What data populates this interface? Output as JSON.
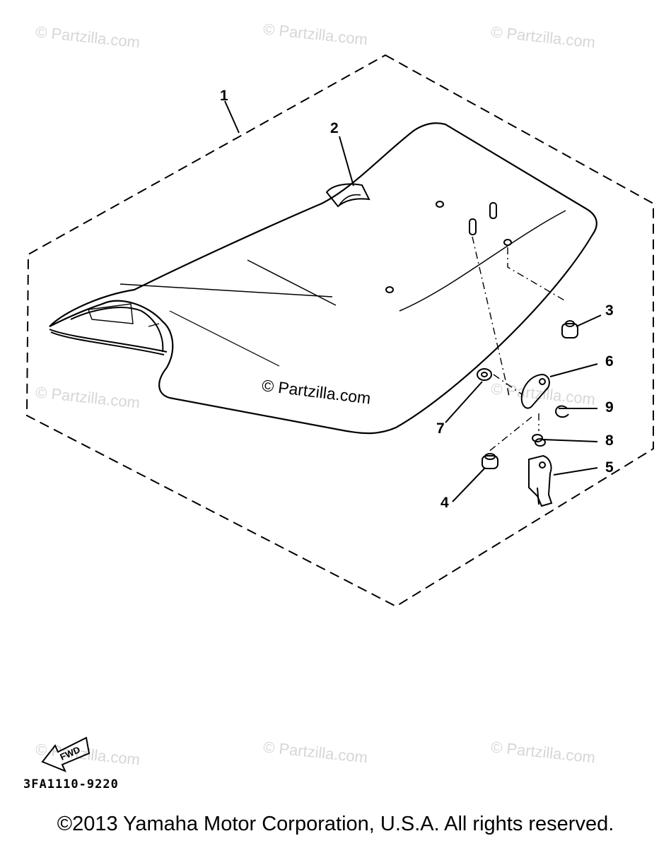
{
  "watermarks": [
    "© Partzilla.com",
    "© Partzilla.com",
    "© Partzilla.com",
    "© Partzilla.com",
    "© Partzilla.com",
    "© Partzilla.com",
    "© Partzilla.com",
    "© Partzilla.com"
  ],
  "center_watermark": "© Partzilla.com",
  "callouts": [
    "1",
    "2",
    "3",
    "4",
    "5",
    "6",
    "7",
    "8",
    "9"
  ],
  "fwd_label": "FWD",
  "part_code": "3FA1110-9220",
  "copyright": "©2013 Yamaha Motor Corporation, U.S.A. All rights reserved."
}
